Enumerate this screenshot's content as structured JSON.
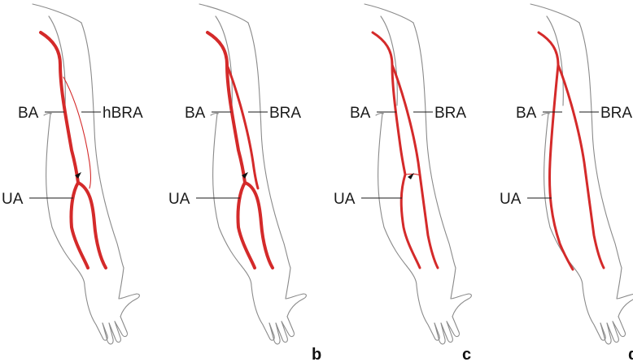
{
  "panels": [
    {
      "id": "a",
      "letter": "",
      "labels": {
        "left_upper": "BA",
        "right_upper": "hBRA",
        "left_lower": "UA"
      },
      "variant": "hypoplastic-brachioradial"
    },
    {
      "id": "b",
      "letter": "b",
      "labels": {
        "left_upper": "BA",
        "right_upper": "BRA",
        "left_lower": "UA"
      },
      "variant": "brachioradial-with-anastomosis"
    },
    {
      "id": "c",
      "letter": "c",
      "labels": {
        "left_upper": "BA",
        "right_upper": "BRA",
        "left_lower": "UA"
      },
      "variant": "brachioradial-thin-anastomosis"
    },
    {
      "id": "d",
      "letter": "d",
      "labels": {
        "left_upper": "BA",
        "right_upper": "BRA",
        "left_lower": "UA"
      },
      "variant": "brachioradial-no-anastomosis"
    }
  ],
  "colors": {
    "artery": "#d42a2a",
    "outline": "#8a8a8a",
    "text": "#1a1a1a"
  }
}
